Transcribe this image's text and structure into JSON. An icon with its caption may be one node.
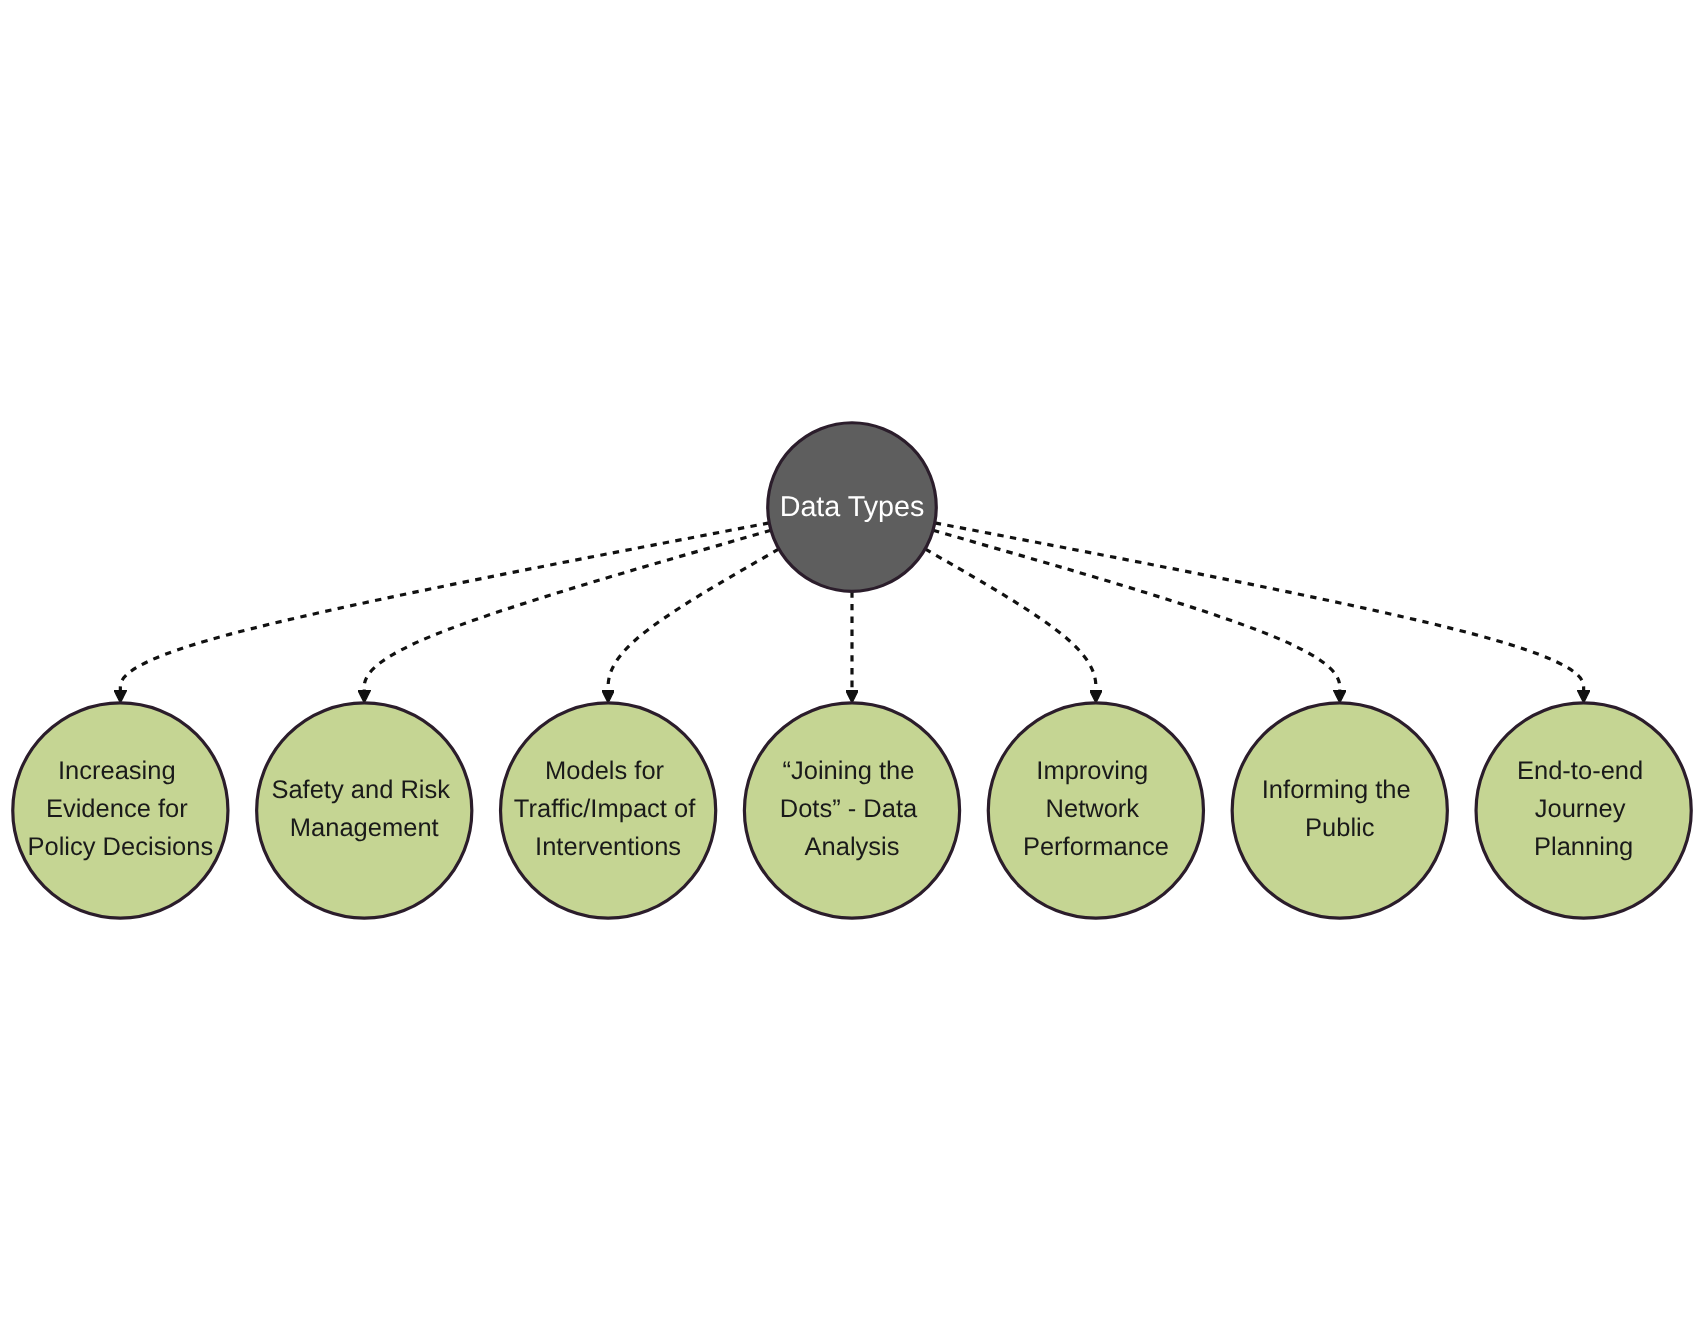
{
  "diagram": {
    "nodes": [
      {
        "text": [
          "Data Types"
        ]
      },
      {
        "text": [
          "Increasing Evidence for Policy Decisions"
        ]
      },
      {
        "text": [
          "Safety and Risk Management"
        ]
      },
      {
        "text": [
          "Models for Traffic/Impact of Interventions"
        ]
      },
      {
        "text": [
          "“Joining the Dots” - Data Analysis"
        ]
      },
      {
        "text": [
          "Improving Network Performance"
        ]
      },
      {
        "text": [
          "Informing the Public"
        ]
      },
      {
        "text": [
          "End-to-end Journey Planning"
        ]
      }
    ],
    "edges": [
      {
        "from": 0,
        "to": 1,
        "arrow": "to",
        "style": "dashed"
      },
      {
        "from": 0,
        "to": 2,
        "arrow": "to",
        "style": "dashed"
      },
      {
        "from": 0,
        "to": 3,
        "arrow": "to",
        "style": "dashed"
      },
      {
        "from": 0,
        "to": 4,
        "arrow": "to",
        "style": "dashed"
      },
      {
        "from": 0,
        "to": 5,
        "arrow": "to",
        "style": "dashed"
      },
      {
        "from": 0,
        "to": 6,
        "arrow": "to",
        "style": "dashed"
      },
      {
        "from": 0,
        "to": 7,
        "arrow": "to",
        "style": "dashed"
      }
    ]
  }
}
